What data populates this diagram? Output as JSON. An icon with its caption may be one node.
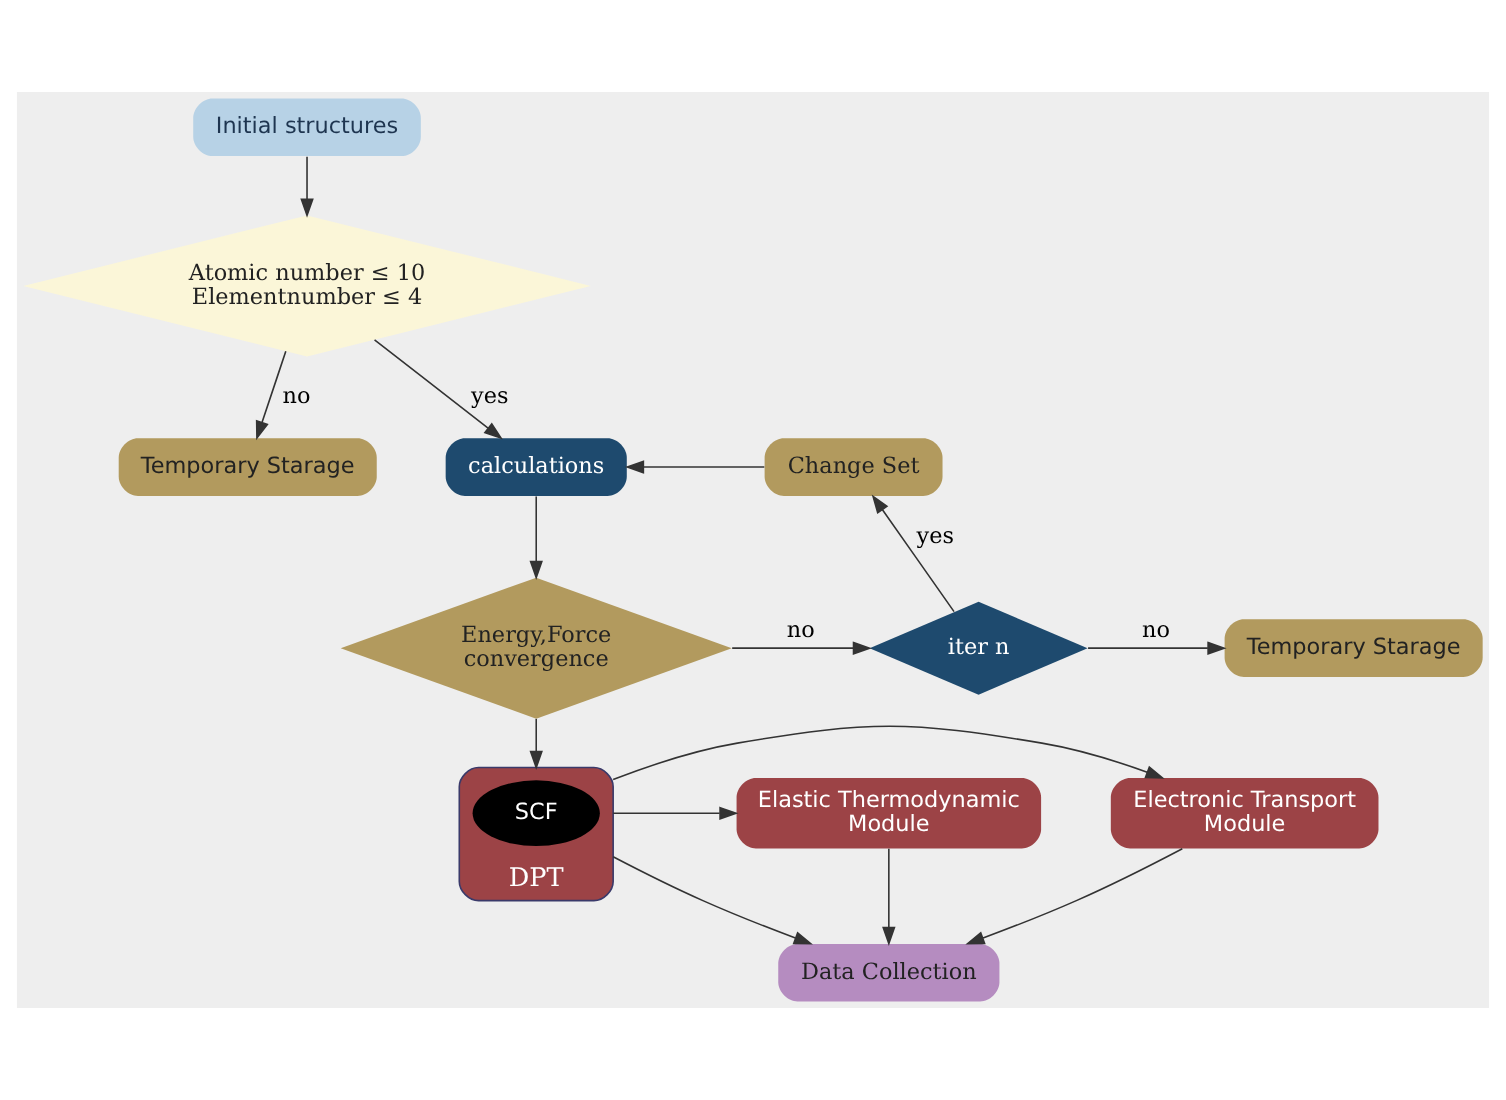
{
  "diagram": {
    "nodes": [
      {
        "text": [
          "Initial structures"
        ]
      },
      {
        "text": [
          "Atomic number ≤ 10 Elementnumber ≤ 4"
        ]
      },
      {
        "text": [
          "Temporary Starage"
        ]
      },
      {
        "text": [
          "calculations"
        ]
      },
      {
        "text": [
          "Change Set"
        ]
      },
      {
        "text": [
          "Energy,Force convergence"
        ]
      },
      {
        "text": [
          "iter n"
        ]
      },
      {
        "text": [
          "Temporary Starage"
        ]
      },
      {
        "text": [
          "DPT"
        ]
      },
      {
        "text": [
          "SCF"
        ],
        "in": 8
      },
      {
        "text": [
          "Elastic Thermodynamic Module"
        ]
      },
      {
        "text": [
          "Electronic Transport Module"
        ]
      },
      {
        "text": [
          "Data Collection"
        ]
      }
    ],
    "edges": [
      {
        "from": 0,
        "to": 1,
        "arrow": "to"
      },
      {
        "from": 1,
        "to": 2,
        "arrow": "to",
        "label": "no"
      },
      {
        "from": 1,
        "to": 3,
        "arrow": "to",
        "label": "yes"
      },
      {
        "from": 4,
        "to": 3,
        "arrow": "to"
      },
      {
        "from": 3,
        "to": 5,
        "arrow": "to"
      },
      {
        "from": 5,
        "to": 6,
        "arrow": "to",
        "label": "no"
      },
      {
        "from": 6,
        "to": 4,
        "arrow": "to",
        "label": "yes"
      },
      {
        "from": 6,
        "to": 7,
        "arrow": "to",
        "label": "no"
      },
      {
        "from": 5,
        "to": 8,
        "arrow": "to"
      },
      {
        "from": 8,
        "to": 10,
        "arrow": "to"
      },
      {
        "from": 8,
        "to": 11,
        "arrow": "to"
      },
      {
        "from": 8,
        "to": 12,
        "arrow": "to"
      },
      {
        "from": 10,
        "to": 12,
        "arrow": "to"
      },
      {
        "from": 11,
        "to": 12,
        "arrow": "to"
      }
    ]
  }
}
